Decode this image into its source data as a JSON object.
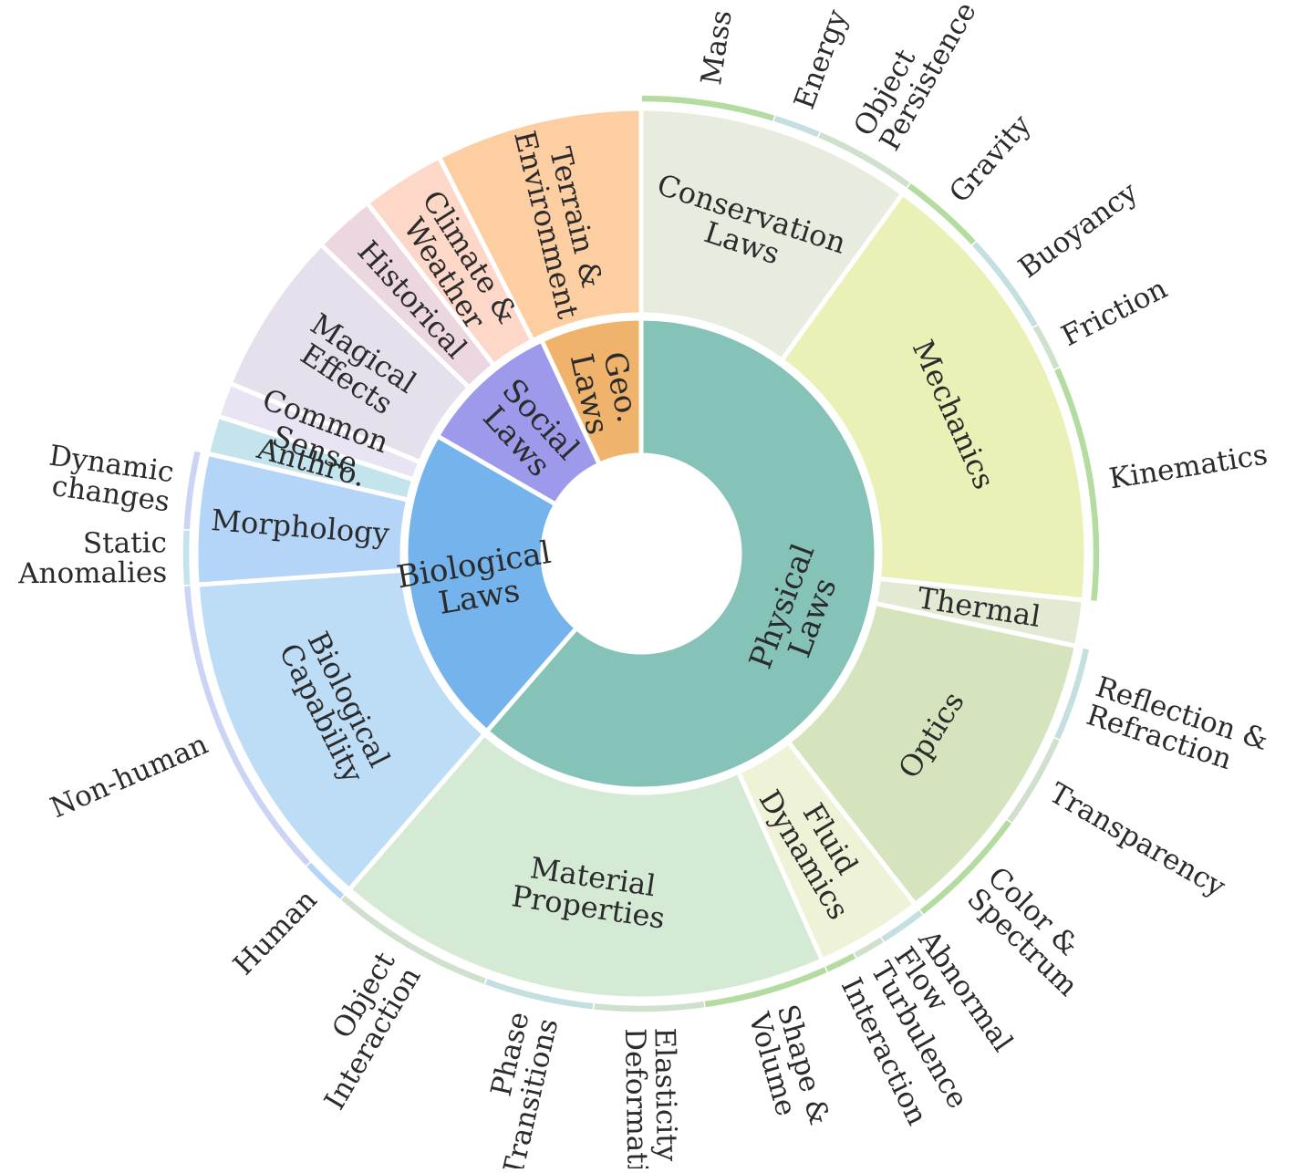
{
  "diagram": {
    "type": "sunburst",
    "colors": {
      "physical": "#85c2b8",
      "biological": "#74b3ec",
      "social": "#9d9aec",
      "geo": "#f0b36c"
    },
    "inner": [
      {
        "id": "physical",
        "label": "Physical Laws",
        "lines": [
          "Physical",
          "Laws"
        ],
        "color": "#85c2b8",
        "a0": 0,
        "a1": 221
      },
      {
        "id": "biological",
        "label": "Biological Laws",
        "lines": [
          "Biological",
          "Laws"
        ],
        "color": "#74b3ec",
        "a0": 221,
        "a1": 300
      },
      {
        "id": "social",
        "label": "Social Laws",
        "lines": [
          "Social",
          "Laws"
        ],
        "color": "#9d9aec",
        "a0": 300,
        "a1": 335
      },
      {
        "id": "geo",
        "label": "Geo. Laws",
        "lines": [
          "Geo.",
          "Laws"
        ],
        "color": "#f0b36c",
        "a0": 335,
        "a1": 360
      }
    ],
    "middle": [
      {
        "id": "conservation",
        "label": "Conservation Laws",
        "lines": [
          "Conservation",
          "Laws"
        ],
        "color": "#e8ecdf",
        "a0": 0,
        "a1": 36
      },
      {
        "id": "mechanics",
        "label": "Mechanics",
        "lines": [
          "Mechanics"
        ],
        "color": "#ebf1b6",
        "a0": 36,
        "a1": 96
      },
      {
        "id": "thermal",
        "label": "Thermal",
        "lines": [
          "Thermal"
        ],
        "color": "#e3ead3",
        "a0": 96,
        "a1": 102
      },
      {
        "id": "optics",
        "label": "Optics",
        "lines": [
          "Optics"
        ],
        "color": "#d6e4bd",
        "a0": 102,
        "a1": 142
      },
      {
        "id": "fluid",
        "label": "Fluid Dynamics",
        "lines": [
          "Fluid",
          "Dynamics"
        ],
        "color": "#eef3d8",
        "a0": 142,
        "a1": 156
      },
      {
        "id": "material",
        "label": "Material Properties",
        "lines": [
          "Material",
          "Properties"
        ],
        "color": "#d5ead5",
        "a0": 156,
        "a1": 221
      },
      {
        "id": "biocap",
        "label": "Biological Capability",
        "lines": [
          "Biological",
          "Capability"
        ],
        "color": "#bddcf5",
        "a0": 221,
        "a1": 266
      },
      {
        "id": "morphology",
        "label": "Morphology",
        "lines": [
          "Morphology"
        ],
        "color": "#b4d4f8",
        "a0": 266,
        "a1": 283
      },
      {
        "id": "anthro",
        "label": "Anthro.",
        "lines": [
          "Anthro."
        ],
        "color": "#c3e4ec",
        "a0": 283,
        "a1": 288
      },
      {
        "id": "commonsense",
        "label": "Common Sense",
        "lines": [
          "Common",
          "Sense"
        ],
        "color": "#e9e4f4",
        "a0": 288,
        "a1": 292.5
      },
      {
        "id": "magical",
        "label": "Magical Effects",
        "lines": [
          "Magical",
          "Effects"
        ],
        "color": "#e6dfec",
        "a0": 292.5,
        "a1": 314
      },
      {
        "id": "historical",
        "label": "Historical",
        "lines": [
          "Historical"
        ],
        "color": "#ecd7e0",
        "a0": 314,
        "a1": 322
      },
      {
        "id": "climate",
        "label": "Climate & Weather",
        "lines": [
          "Climate &",
          "Weather"
        ],
        "color": "#fdd7c8",
        "a0": 322,
        "a1": 333
      },
      {
        "id": "terrain",
        "label": "Terrain & Environment",
        "lines": [
          "Terrain &",
          "Environment"
        ],
        "color": "#fdcea2",
        "a0": 333,
        "a1": 360
      }
    ],
    "outer": [
      {
        "id": "mass",
        "label": "Mass",
        "lines": [
          "Mass"
        ],
        "color": "#b5dca0",
        "a0": 0,
        "a1": 17
      },
      {
        "id": "energy",
        "label": "Energy",
        "lines": [
          "Energy"
        ],
        "color": "#c4dfdf",
        "a0": 17,
        "a1": 23
      },
      {
        "id": "objpers",
        "label": "Object Persistence",
        "lines": [
          "Object",
          "Persistence"
        ],
        "color": "#cfe0cd",
        "a0": 23,
        "a1": 36
      },
      {
        "id": "gravity",
        "label": "Gravity",
        "lines": [
          "Gravity"
        ],
        "color": "#b5dca0",
        "a0": 36,
        "a1": 47
      },
      {
        "id": "buoyancy",
        "label": "Buoyancy",
        "lines": [
          "Buoyancy"
        ],
        "color": "#c4dfdf",
        "a0": 47,
        "a1": 60
      },
      {
        "id": "friction",
        "label": "Friction",
        "lines": [
          "Friction"
        ],
        "color": "#cfe0cd",
        "a0": 60,
        "a1": 66
      },
      {
        "id": "kinematics",
        "label": "Kinematics",
        "lines": [
          "Kinematics"
        ],
        "color": "#b5dca0",
        "a0": 66,
        "a1": 96
      },
      {
        "id": "reflection",
        "label": "Reflection & Refraction",
        "lines": [
          "Reflection &",
          "Refraction"
        ],
        "color": "#c4dfdf",
        "a0": 102,
        "a1": 114
      },
      {
        "id": "transparency",
        "label": "Transparency",
        "lines": [
          "Transparency"
        ],
        "color": "#cfe0cd",
        "a0": 114,
        "a1": 126
      },
      {
        "id": "color",
        "label": "Color & Spectrum",
        "lines": [
          "Color &",
          "Spectrum"
        ],
        "color": "#b5dca0",
        "a0": 126,
        "a1": 142
      },
      {
        "id": "abnormal",
        "label": "Abnormal Flow",
        "lines": [
          "Abnormal",
          "Flow"
        ],
        "color": "#c4dfdf",
        "a0": 142,
        "a1": 148
      },
      {
        "id": "turbulence",
        "label": "Turbulence",
        "lines": [
          "Turbulence"
        ],
        "color": "#cfe0cd",
        "a0": 148,
        "a1": 152
      },
      {
        "id": "interaction",
        "label": "Interaction",
        "lines": [
          "Interaction"
        ],
        "color": "#b5dca0",
        "a0": 152,
        "a1": 156
      },
      {
        "id": "shape",
        "label": "Shape & Volume",
        "lines": [
          "Shape &",
          "Volume"
        ],
        "color": "#b5dca0",
        "a0": 156,
        "a1": 172
      },
      {
        "id": "elasticity",
        "label": "Elasticity & Deformation",
        "lines": [
          "Elasticity &",
          "Deformation"
        ],
        "color": "#cfe0cd",
        "a0": 172,
        "a1": 186
      },
      {
        "id": "phase",
        "label": "Phase Transitions",
        "lines": [
          "Phase",
          "Transitions"
        ],
        "color": "#c4dfdf",
        "a0": 186,
        "a1": 200
      },
      {
        "id": "objint",
        "label": "Object Interaction",
        "lines": [
          "Object",
          "Interaction"
        ],
        "color": "#cfe0cd",
        "a0": 200,
        "a1": 221
      },
      {
        "id": "human",
        "label": "Human",
        "lines": [
          "Human"
        ],
        "color": "#b4d4f8",
        "a0": 221,
        "a1": 227
      },
      {
        "id": "nonhuman",
        "label": "Non-human",
        "lines": [
          "Non-human"
        ],
        "color": "#ccd4f5",
        "a0": 227,
        "a1": 266
      },
      {
        "id": "static",
        "label": "Static Anomalies",
        "lines": [
          "Static",
          "Anomalies"
        ],
        "color": "#c3e4ec",
        "a0": 266,
        "a1": 273
      },
      {
        "id": "dynamic",
        "label": "Dynamic changes",
        "lines": [
          "Dynamic",
          "changes"
        ],
        "color": "#ccd4f5",
        "a0": 273,
        "a1": 283
      }
    ]
  }
}
